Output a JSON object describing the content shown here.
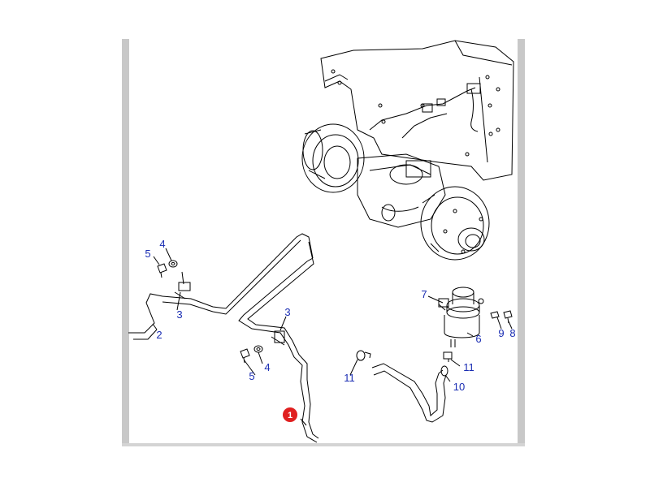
{
  "diagram": {
    "highlight_color": "#e02020",
    "label_color": "#1a2db3",
    "callouts": {
      "c1": "1",
      "c2": "2",
      "c3a": "3",
      "c3b": "3",
      "c4a": "4",
      "c4b": "4",
      "c5a": "5",
      "c5b": "5",
      "c6": "6",
      "c7": "7",
      "c8": "8",
      "c9": "9",
      "c10": "10",
      "c11a": "11",
      "c11b": "11"
    }
  }
}
